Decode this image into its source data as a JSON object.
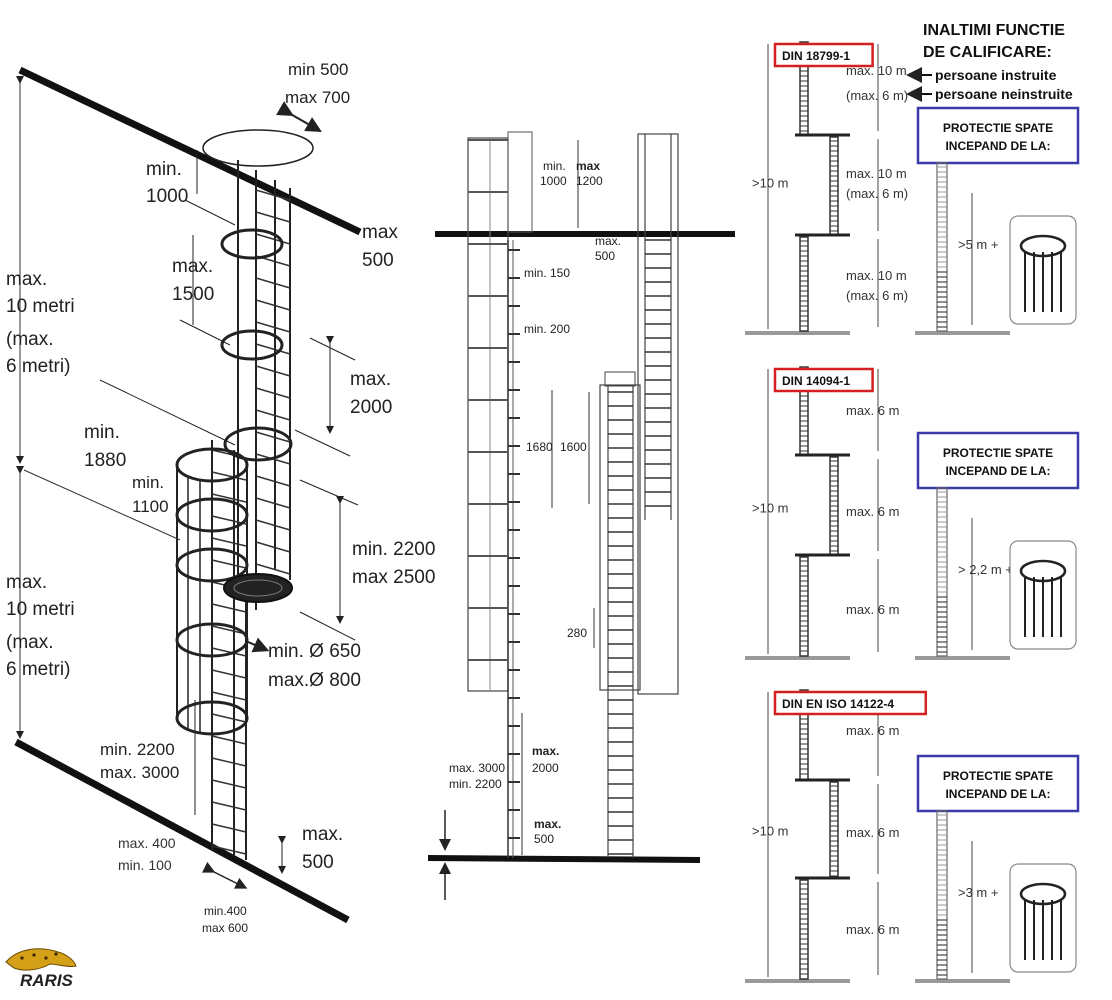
{
  "left_drawing": {
    "top_opening": [
      "min 500",
      "max 700"
    ],
    "hoop_top": [
      "min.",
      "1000"
    ],
    "platform_top": [
      "max",
      "500"
    ],
    "hoop_spacing": [
      "max.",
      "1500"
    ],
    "hoop_gap": [
      "max.",
      "2000"
    ],
    "upper_height": [
      "max.",
      "10 metri",
      "(max.",
      "6 metri)"
    ],
    "landing_height": [
      "min.",
      "1880"
    ],
    "cage_start": [
      "min.",
      "1100"
    ],
    "cage_top": [
      "min. 2200",
      "max 2500"
    ],
    "diameter": [
      "min. Ø 650",
      "max.Ø 800"
    ],
    "lower_height": [
      "max.",
      "10 metri",
      "(max.",
      "6 metri)"
    ],
    "cage_bottom": [
      "min.  2200",
      "max.  3000"
    ],
    "wall_distance": [
      "max. 400",
      "min.  100"
    ],
    "ground_offset": [
      "max.",
      "500"
    ],
    "rung_width": [
      "min.400",
      "max 600"
    ]
  },
  "middle_drawing": {
    "top_extension": [
      "min.",
      "1000"
    ],
    "top_extension_max": [
      "max",
      "1200"
    ],
    "platform_offset": [
      "max.",
      "500"
    ],
    "rung_clearance": "min. 150",
    "wall_clearance": "min. 200",
    "cage_height_a": "1680",
    "cage_height_b": "1600",
    "rung_spacing": "280",
    "cage_bottom": [
      "max. 3000",
      "min. 2200"
    ],
    "bottom_gap": [
      "max.",
      "2000"
    ],
    "ground_offset": [
      "max.",
      "500"
    ]
  },
  "right_panel": {
    "heading": [
      "INALTIMI FUNCTIE",
      "DE CALIFICARE:"
    ],
    "legend_trained": "persoane instruite",
    "legend_untrained": "persoane neinstruite",
    "standards": [
      {
        "name": "DIN 18799-1",
        "total": ">10 m",
        "segments": [
          [
            "max. 10 m",
            "(max. 6 m)"
          ],
          [
            "max. 10 m",
            "(max. 6 m)"
          ],
          [
            "max. 10 m",
            "(max. 6 m)"
          ]
        ],
        "protection_label": [
          "PROTECTIE SPATE",
          "INCEPAND  DE LA:"
        ],
        "protection_height": ">5 m +"
      },
      {
        "name": "DIN 14094-1",
        "total": ">10 m",
        "segments": [
          [
            "max. 6 m"
          ],
          [
            "max. 6 m"
          ],
          [
            "max. 6 m"
          ]
        ],
        "protection_label": [
          "PROTECTIE SPATE",
          "INCEPAND  DE LA:"
        ],
        "protection_height": "> 2,2 m +"
      },
      {
        "name": "DIN EN ISO 14122-4",
        "total": ">10 m",
        "segments": [
          [
            "max. 6 m"
          ],
          [
            "max. 6 m"
          ],
          [
            "max. 6 m"
          ]
        ],
        "protection_label": [
          "PROTECTIE SPATE",
          "INCEPAND  DE LA:"
        ],
        "protection_height": ">3 m +"
      }
    ]
  },
  "logo": {
    "text": "RARIS"
  },
  "colors": {
    "standard_box": "#d42020",
    "protection_box": "#3a3aa8",
    "ink": "#222222"
  }
}
